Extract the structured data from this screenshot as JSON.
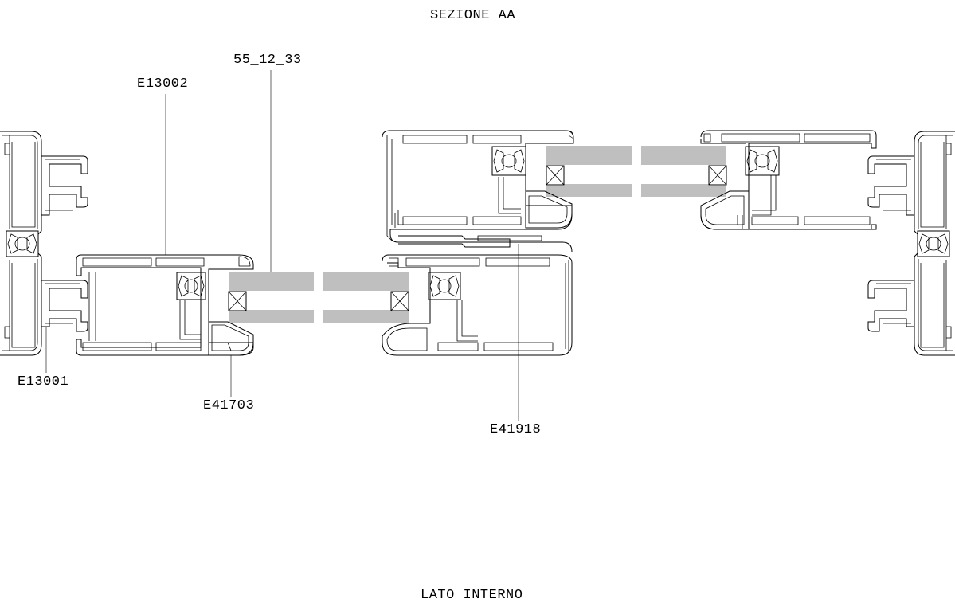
{
  "title": "SEZIONE AA",
  "footer": "LATO INTERNO",
  "callouts": {
    "glass": "55_12_33",
    "sash_left": "E13002",
    "frame_left": "E13001",
    "bead": "E41703",
    "interlock": "E41918"
  }
}
